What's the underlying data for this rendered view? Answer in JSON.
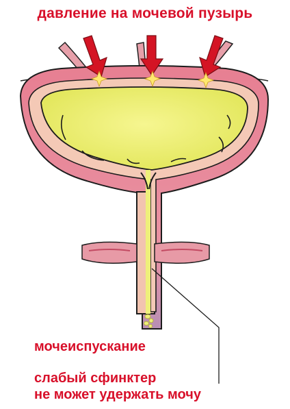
{
  "title": "давление на мочевой пузырь",
  "labels": {
    "urination": "мочеиспускание",
    "sphincter_line1": "слабый сфинктер",
    "sphincter_line2": "не может удержать мочу"
  },
  "colors": {
    "label_red": "#d8102a",
    "arrow_red": "#d41424",
    "bladder_wall": "#e58a9a",
    "bladder_wall_outer": "#9a8ab8",
    "urine": "#eef07a",
    "urethra": "#f2c4b0"
  }
}
